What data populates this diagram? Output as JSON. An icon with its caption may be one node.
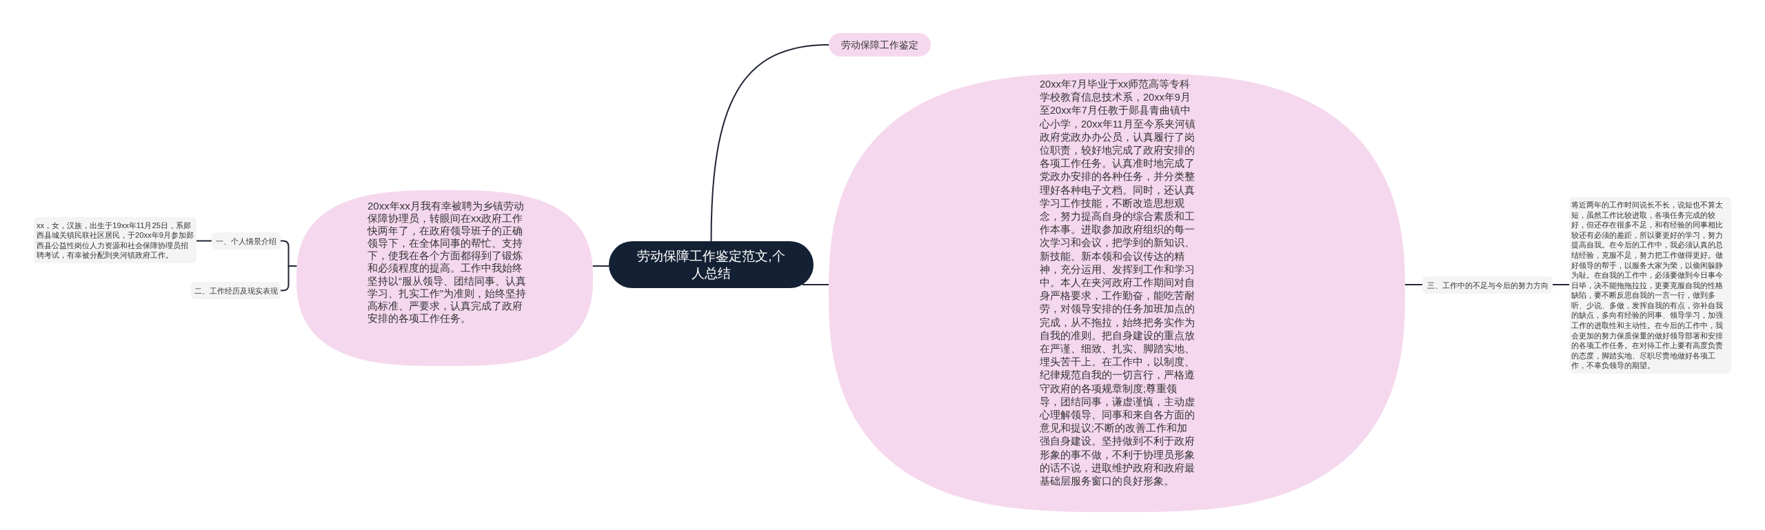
{
  "diagram": {
    "nodes": [
      {
        "text": [
          "劳动保障工作鉴定范文,个人总结"
        ]
      },
      {
        "text": [
          "劳动保障工作鉴定"
        ]
      },
      {
        "text": [
          "20xx年xx月我有幸被聘为乡镇劳动保障协理员，转眼间在xx政府工作快两年了，在政府领导班子的正确领导下，在全体同事的帮忙、支持下，使我在各个方面都得到了锻炼和必须程度的提高。工作中我始终坚持以“服从领导、团结同事、认真学习、扎实工作”为准则，始终坚持高标准、严要求，认真完成了政府安排的各项工作任务。"
        ]
      },
      {
        "text": [
          "一、个人情景介绍"
        ]
      },
      {
        "text": [
          "xx，女，汉族，出生于19xx年11月25日，系郧西县城关镇民联社区居民，于20xx年9月参加郧西县公益性岗位人力资源和社会保障协理员招聘考试，有幸被分配到夹河镇政府工作。"
        ]
      },
      {
        "text": [
          "二、工作经历及现实表现"
        ]
      },
      {
        "text": [
          "20xx年7月毕业于xx师范高等专科学校教育信息技术系，20xx年9月至20xx年7月任教于郧县青曲镇中心小学，20xx年11月至今系夹河镇政府党政办办公员，认真履行了岗位职责，较好地完成了政府安排的各项工作任务。认真准时地完成了党政办安排的各种任务，并分类整理好各种电子文档。同时，还认真学习工作技能，不断改造思想观念，努力提高自身的综合素质和工作本事。进取参加政府组织的每一次学习和会议，把学到的新知识、新技能、新本领和会议传达的精神，充分运用、发挥到工作和学习中。本人在夹河政府工作期间对自身严格要求，工作勤奋，能吃苦耐劳，对领导安排的任务加班加点的完成，从不拖拉，始终把务实作为自我的准则。把自身建设的重点放在严谨、细致、扎实、脚踏实地、埋头苦干上。在工作中，以制度、纪律规范自我的一切言行，严格遵守政府的各项规章制度;尊重领导，团结同事，谦虚谨慎，主动虚心理解领导、同事和来自各方面的意见和提议;不断的改善工作和加强自身建设。坚持做到不利于政府形象的事不做，不利于协理员形象的话不说，进取维护政府和政府最基础层服务窗口的良好形象。"
        ]
      },
      {
        "text": [
          "三、工作中的不足与今后的努力方向"
        ]
      },
      {
        "text": [
          "将近两年的工作时间说长不长，说短也不算太短，虽然工作比较进取，各项任务完成的较好，但还存在很多不足，和有经验的同事相比较还有必须的差距，所以要更好的学习，努力提高自我。在今后的工作中，我必须认真的总结经验，克服不足，努力把工作做得更好。做好领导的帮手，以服务大家为荣，以偷闲躲静为耻。在自我的工作中，必须要做到今日事今日毕，决不能拖拖拉拉，更要克服自我的性格缺陷，要不断反思自我的一言一行，做到多听、少说、多做，发挥自我的有点，弥补自我的缺点，多向有经验的同事、领导学习，加强工作的进取性和主动性。在今后的工作中，我会更加的努力保质保量的做好领导部署和安排的各项工作任务。在对待工作上要有高度负责的态度，脚踏实地、尽职尽责地做好各项工作，不辜负领导的期望。"
        ]
      }
    ],
    "edges": [
      {
        "from": 0,
        "to": 1,
        "arrow": "none"
      },
      {
        "from": 0,
        "to": 2,
        "arrow": "none"
      },
      {
        "from": 2,
        "to": 3,
        "arrow": "none"
      },
      {
        "from": 2,
        "to": 5,
        "arrow": "none"
      },
      {
        "from": 3,
        "to": 4,
        "arrow": "none"
      },
      {
        "from": 0,
        "to": 6,
        "arrow": "none"
      },
      {
        "from": 6,
        "to": 7,
        "arrow": "none"
      },
      {
        "from": 7,
        "to": 8,
        "arrow": "none"
      }
    ]
  }
}
